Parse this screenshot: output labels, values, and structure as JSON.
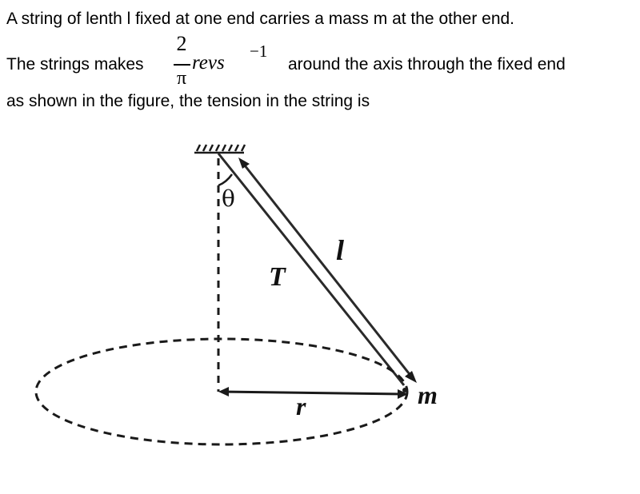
{
  "question": {
    "line1": "A string of lenth l fixed at one end carries a mass m at the other end.",
    "line2_before": "The strings makes",
    "fraction": {
      "numerator": "2",
      "denominator": "π"
    },
    "unit": "revs",
    "unit_exponent": "−1",
    "line2_after": "around the axis through the fixed end",
    "line3": "as shown in the figure, the tension in the string is"
  },
  "figure": {
    "labels": {
      "theta": "θ",
      "length": "l",
      "tension": "T",
      "radius": "r",
      "mass": "m"
    },
    "stroke_color": "#1a1a1a"
  }
}
